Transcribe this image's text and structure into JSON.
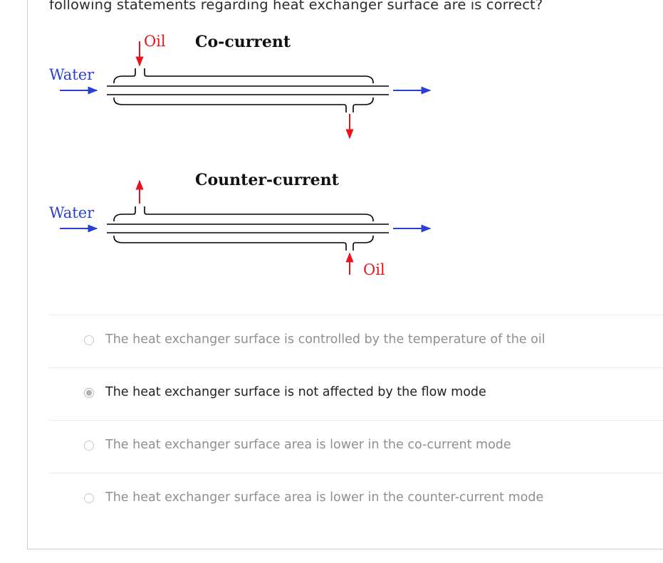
{
  "question": {
    "text": "following statements regarding heat exchanger surface are is correct?"
  },
  "figure": {
    "cocurrent": {
      "title": "Co-current",
      "water_label": "Water",
      "oil_label": "Oil"
    },
    "countercurrent": {
      "title": "Counter-current",
      "water_label": "Water",
      "oil_label": "Oil"
    },
    "colors": {
      "water": "#2a3fd6",
      "oil": "#e8141c",
      "pipe": "#000000"
    }
  },
  "options": [
    {
      "label": "The heat exchanger surface is controlled by the temperature of the oil",
      "selected": false
    },
    {
      "label": "The heat exchanger surface is not affected by the flow mode",
      "selected": true
    },
    {
      "label": "The heat exchanger surface area is lower in the co-current mode",
      "selected": false
    },
    {
      "label": "The heat exchanger surface area is lower in the counter-current mode",
      "selected": false
    }
  ]
}
